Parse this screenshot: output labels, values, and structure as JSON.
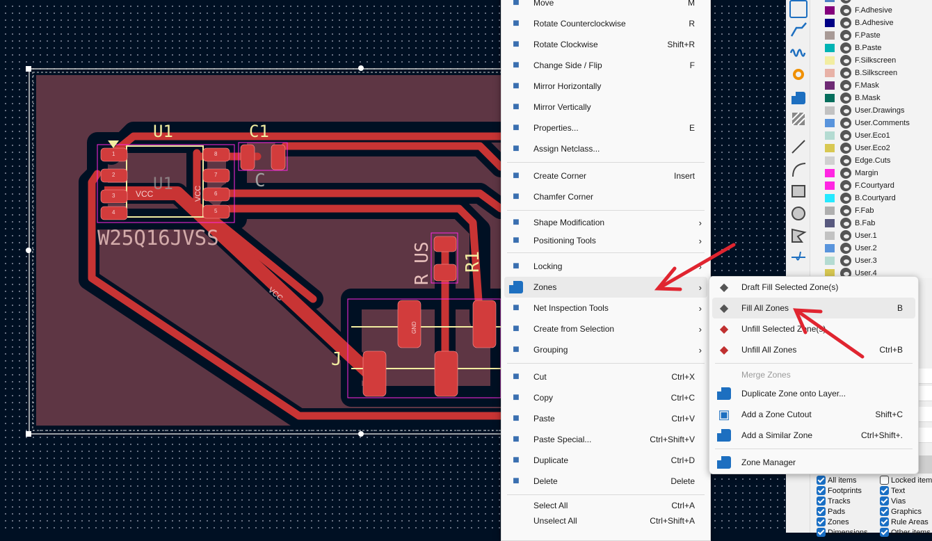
{
  "pcb": {
    "ref_u1": "U1",
    "ref_c1": "C1",
    "ghost_u1": "U1",
    "ghost_c": "C",
    "value_u1": "W25Q16JVSS",
    "r1_value": "R US",
    "r1_ref": "R1",
    "net_vcc": "VCC",
    "net_gnd": "GND",
    "pad_labels": [
      "1",
      "2",
      "3",
      "4",
      "5",
      "6",
      "7",
      "8"
    ],
    "j_ref": "J"
  },
  "context_menu": {
    "items": [
      {
        "label": "Move",
        "shortcut": "M",
        "icon": "move-icon"
      },
      {
        "label": "Rotate Counterclockwise",
        "shortcut": "R",
        "icon": "rotate-ccw-icon"
      },
      {
        "label": "Rotate Clockwise",
        "shortcut": "Shift+R",
        "icon": "rotate-cw-icon"
      },
      {
        "label": "Change Side / Flip",
        "shortcut": "F",
        "icon": "flip-icon"
      },
      {
        "label": "Mirror Horizontally",
        "shortcut": "",
        "icon": "mirror-h-icon"
      },
      {
        "label": "Mirror Vertically",
        "shortcut": "",
        "icon": "mirror-v-icon"
      },
      {
        "label": "Properties...",
        "shortcut": "E",
        "icon": "pencil-icon"
      },
      {
        "label": "Assign Netclass...",
        "shortcut": "",
        "icon": "netclass-icon"
      },
      {
        "label": "Create Corner",
        "shortcut": "Insert",
        "icon": "create-corner-icon"
      },
      {
        "label": "Chamfer Corner",
        "shortcut": "",
        "icon": "chamfer-icon"
      },
      {
        "label": "Shape Modification",
        "shortcut": "",
        "icon": "shape-mod-icon"
      },
      {
        "label": "Positioning Tools",
        "shortcut": "",
        "icon": "wand-icon"
      },
      {
        "label": "Locking",
        "shortcut": "",
        "icon": "lock-icon"
      },
      {
        "label": "Zones",
        "shortcut": "",
        "icon": "zone-icon"
      },
      {
        "label": "Net Inspection Tools",
        "shortcut": "",
        "icon": "net-inspect-icon"
      },
      {
        "label": "Create from Selection",
        "shortcut": "",
        "icon": "create-selection-icon"
      },
      {
        "label": "Grouping",
        "shortcut": "",
        "icon": "group-icon"
      },
      {
        "label": "Cut",
        "shortcut": "Ctrl+X",
        "icon": "scissors-icon"
      },
      {
        "label": "Copy",
        "shortcut": "Ctrl+C",
        "icon": "copy-icon"
      },
      {
        "label": "Paste",
        "shortcut": "Ctrl+V",
        "icon": "paste-icon"
      },
      {
        "label": "Paste Special...",
        "shortcut": "Ctrl+Shift+V",
        "icon": "paste-special-icon"
      },
      {
        "label": "Duplicate",
        "shortcut": "Ctrl+D",
        "icon": "duplicate-icon"
      },
      {
        "label": "Delete",
        "shortcut": "Delete",
        "icon": "trash-icon"
      },
      {
        "label": "Select All",
        "shortcut": "Ctrl+A",
        "icon": ""
      },
      {
        "label": "Unselect All",
        "shortcut": "Ctrl+Shift+A",
        "icon": ""
      }
    ],
    "submenu_arrow": "›"
  },
  "zones_submenu": {
    "items": [
      {
        "label": "Draft Fill Selected Zone(s)",
        "shortcut": ""
      },
      {
        "label": "Fill All Zones",
        "shortcut": "B"
      },
      {
        "label": "Unfill Selected Zone(s)",
        "shortcut": ""
      },
      {
        "label": "Unfill All Zones",
        "shortcut": "Ctrl+B"
      },
      {
        "label": "Merge Zones",
        "shortcut": ""
      },
      {
        "label": "Duplicate Zone onto Layer...",
        "shortcut": ""
      },
      {
        "label": "Add a Zone Cutout",
        "shortcut": "Shift+C"
      },
      {
        "label": "Add a Similar Zone",
        "shortcut": "Ctrl+Shift+."
      },
      {
        "label": "Zone Manager",
        "shortcut": ""
      }
    ]
  },
  "layers": [
    {
      "name": "F.Adhesive",
      "color": "#84007c"
    },
    {
      "name": "B.Adhesive",
      "color": "#000084"
    },
    {
      "name": "F.Paste",
      "color": "#a89a96"
    },
    {
      "name": "B.Paste",
      "color": "#00b3b3"
    },
    {
      "name": "F.Silkscreen",
      "color": "#f2eda1"
    },
    {
      "name": "B.Silkscreen",
      "color": "#e8b2a7"
    },
    {
      "name": "F.Mask",
      "color": "#6e2a74"
    },
    {
      "name": "B.Mask",
      "color": "#066e5c"
    },
    {
      "name": "User.Drawings",
      "color": "#c2c2c2"
    },
    {
      "name": "User.Comments",
      "color": "#5994dc"
    },
    {
      "name": "User.Eco1",
      "color": "#b4dbd2"
    },
    {
      "name": "User.Eco2",
      "color": "#d8c852"
    },
    {
      "name": "Edge.Cuts",
      "color": "#d0d0d0"
    },
    {
      "name": "Margin",
      "color": "#ff26e2"
    },
    {
      "name": "F.Courtyard",
      "color": "#ff26e2"
    },
    {
      "name": "B.Courtyard",
      "color": "#26e9ff"
    },
    {
      "name": "F.Fab",
      "color": "#afafaf"
    },
    {
      "name": "B.Fab",
      "color": "#58597e"
    },
    {
      "name": "User.1",
      "color": "#c2c2c2"
    },
    {
      "name": "User.2",
      "color": "#5994dc"
    },
    {
      "name": "User.3",
      "color": "#b4dbd2"
    },
    {
      "name": "User.4",
      "color": "#d8c852"
    }
  ],
  "filters": [
    {
      "label": "All items",
      "checked": true
    },
    {
      "label": "Locked items",
      "checked": false
    },
    {
      "label": "Footprints",
      "checked": true
    },
    {
      "label": "Text",
      "checked": true
    },
    {
      "label": "Tracks",
      "checked": true
    },
    {
      "label": "Vias",
      "checked": true
    },
    {
      "label": "Pads",
      "checked": true
    },
    {
      "label": "Graphics",
      "checked": true
    },
    {
      "label": "Zones",
      "checked": true
    },
    {
      "label": "Rule Areas",
      "checked": true
    },
    {
      "label": "Dimensions",
      "checked": true
    },
    {
      "label": "Other items",
      "checked": true
    }
  ],
  "colors": {
    "canvas": "#001023",
    "track": "#c83434",
    "zone": "#5e3644",
    "annotation_arrow": "#e02530",
    "accent": "#1d6fc0"
  }
}
